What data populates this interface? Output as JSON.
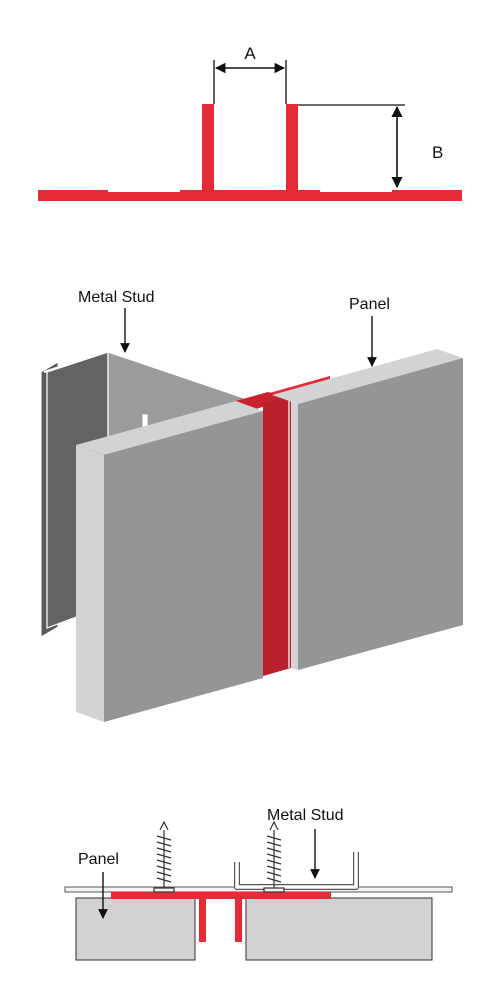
{
  "profile": {
    "dim_a": "A",
    "dim_b": "B"
  },
  "iso_view": {
    "metal_stud_label": "Metal Stud",
    "panel_label": "Panel"
  },
  "section_view": {
    "panel_label": "Panel",
    "metal_stud_label": "Metal Stud"
  },
  "colors": {
    "trim_red": "#e52b38",
    "trim_red_dark": "#b8212c",
    "panel_face": "#949597",
    "panel_edge": "#d2d3d4",
    "stud_dark": "#636466",
    "stud_light": "#9a9b9d",
    "section_fill": "#d1d2d3"
  }
}
